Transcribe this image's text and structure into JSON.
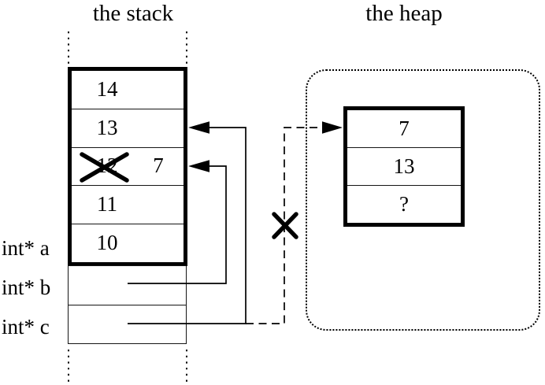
{
  "titles": {
    "stack": "the stack",
    "heap": "the heap"
  },
  "stack": {
    "cells": [
      {
        "value": "14"
      },
      {
        "value": "13"
      },
      {
        "old_value": "12",
        "new_value": "7",
        "crossed_out": true
      },
      {
        "value": "11"
      },
      {
        "value": "10"
      }
    ]
  },
  "pointers": {
    "a": {
      "label": "int* a"
    },
    "b": {
      "label": "int* b"
    },
    "c": {
      "label": "int* c"
    }
  },
  "heap": {
    "cells": [
      "7",
      "13",
      "?"
    ]
  },
  "colors": {
    "ink": "#000000",
    "background": "#ffffff"
  }
}
